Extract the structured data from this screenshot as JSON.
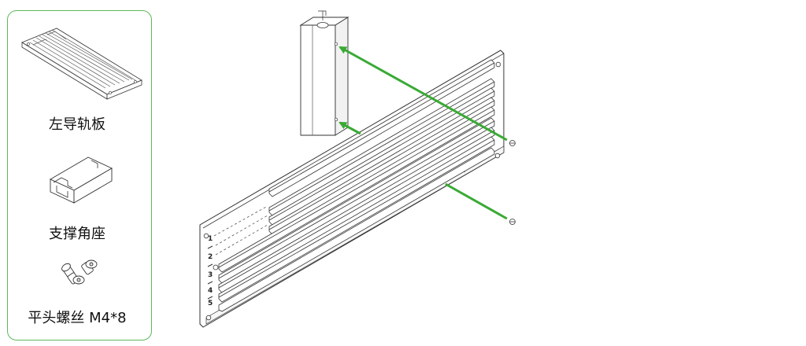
{
  "parts_panel": {
    "items": [
      {
        "label": "左导轨板",
        "icon": "left-guide-rail-plate"
      },
      {
        "label": "支撑角座",
        "icon": "support-corner-seat"
      },
      {
        "label": "平头螺丝 M4*8",
        "icon": "flat-head-screws"
      }
    ]
  },
  "diagram": {
    "slot_numbers": [
      "1",
      "2",
      "3",
      "4",
      "5"
    ],
    "arrow_color": "#3aaa35",
    "panel_border_color": "#5cb85c"
  }
}
